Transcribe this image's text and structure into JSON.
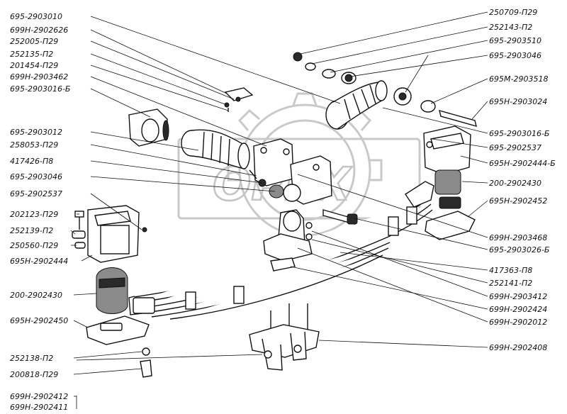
{
  "watermark": "OPEX",
  "labels_left": [
    "695-2903010",
    "699Н-2902626",
    "252005-П29",
    "252135-П2",
    "201454-П29",
    "699Н-2903462",
    "695-2903016-Б",
    "695-2903012",
    "258053-П29",
    "417426-П8",
    "695-2903046",
    "695-2902537",
    "202123-П29",
    "252139-П2",
    "250560-П29",
    "695Н-2902444",
    "200-2902430",
    "695Н-2902450",
    "252138-П2",
    "200818-П29",
    "699Н-2902412",
    "699Н-2902411"
  ],
  "labels_right": [
    "250709-П29",
    "252143-П2",
    "695-2903510",
    "695-2903046",
    "695М-2903518",
    "695Н-2903024",
    "695-2903016-Б",
    "695-2902537",
    "695Н-2902444-Б",
    "200-2902430",
    "695Н-2902452",
    "699Н-2903468",
    "695-2903026-Б",
    "417363-П8",
    "252141-П2",
    "699Н-2903412",
    "699Н-2902424",
    "699Н-2902012",
    "699Н-2902408"
  ]
}
